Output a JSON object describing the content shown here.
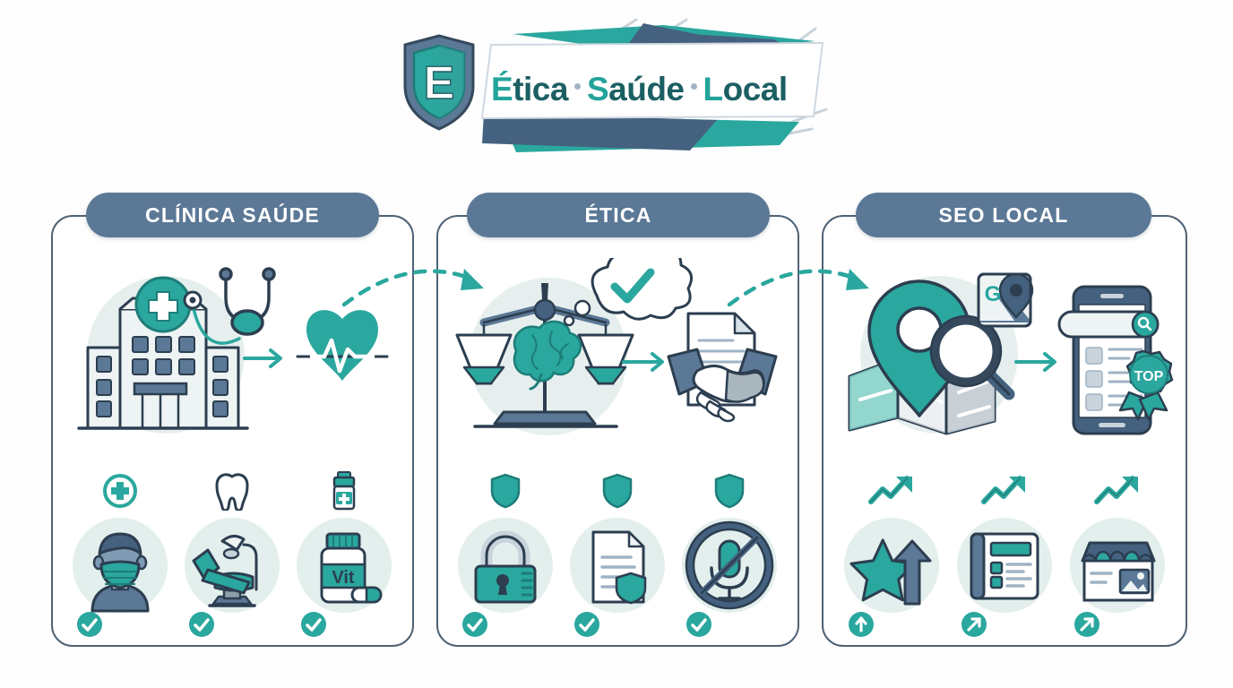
{
  "logo": {
    "shield_letter": "E",
    "words": [
      {
        "cap": "É",
        "rest": "tica"
      },
      {
        "cap": "S",
        "rest": "aúde"
      },
      {
        "cap": "L",
        "rest": "ocal"
      }
    ],
    "full_text": "Ética · Saúde · Local"
  },
  "colors": {
    "teal": "#2aa79e",
    "teal_dark": "#1e7d78",
    "slate": "#5b7896",
    "slate_dark": "#35485c",
    "ink": "#2c3e50",
    "mint_bg": "#e3efed",
    "grey_light": "#c9d3dc"
  },
  "panels": [
    {
      "id": "clinica-saude",
      "title": "CLÍNICA SAÚDE",
      "hero": {
        "source_icon": "hospital-building-icon",
        "accessory_icon": "stethoscope-icon",
        "arrow_icon": "arrow-right-icon",
        "target_icon": "heartbeat-heart-icon"
      },
      "items": [
        {
          "top_icon": "medical-cross-circle-icon",
          "main_icon": "masked-doctor-icon",
          "badge": "check-badge-icon"
        },
        {
          "top_icon": "tooth-icon",
          "main_icon": "dental-chair-icon",
          "badge": "check-badge-icon"
        },
        {
          "top_icon": "vaccine-vial-icon",
          "main_icon": "vitamin-bottle-icon",
          "badge": "check-badge-icon",
          "label": "Vit"
        }
      ]
    },
    {
      "id": "etica",
      "title": "ÉTICA",
      "hero": {
        "source_icon": "balance-scales-brain-icon",
        "accessory_icon": "thought-bubble-check-icon",
        "arrow_icon": "arrow-right-icon",
        "target_icon": "handshake-document-icon"
      },
      "items": [
        {
          "top_icon": "shield-icon",
          "main_icon": "padlock-icon",
          "badge": "check-badge-icon"
        },
        {
          "top_icon": "shield-icon",
          "main_icon": "document-shield-icon",
          "badge": "check-badge-icon"
        },
        {
          "top_icon": "shield-icon",
          "main_icon": "microphone-muted-icon",
          "badge": "check-badge-icon"
        }
      ]
    },
    {
      "id": "seo-local",
      "title": "SEO LOCAL",
      "hero": {
        "source_icon": "map-pin-magnifier-icon",
        "accessory_icon": "google-maps-badge-icon",
        "accessory_label": "G",
        "arrow_icon": "arrow-right-icon",
        "target_icon": "smartphone-search-results-icon",
        "target_badge_label": "TOP"
      },
      "items": [
        {
          "top_icon": "trending-up-arrow-icon",
          "main_icon": "star-growth-icon",
          "badge": "arrow-up-badge-icon"
        },
        {
          "top_icon": "trending-up-arrow-icon",
          "main_icon": "listing-page-icon",
          "badge": "arrow-diagonal-badge-icon"
        },
        {
          "top_icon": "trending-up-arrow-icon",
          "main_icon": "storefront-icon",
          "badge": "arrow-diagonal-badge-icon"
        }
      ]
    }
  ],
  "connectors": [
    {
      "id": "connector-clinica-to-etica",
      "icon": "dashed-curved-arrow-icon"
    },
    {
      "id": "connector-etica-to-seo",
      "icon": "dashed-curved-arrow-icon"
    }
  ]
}
